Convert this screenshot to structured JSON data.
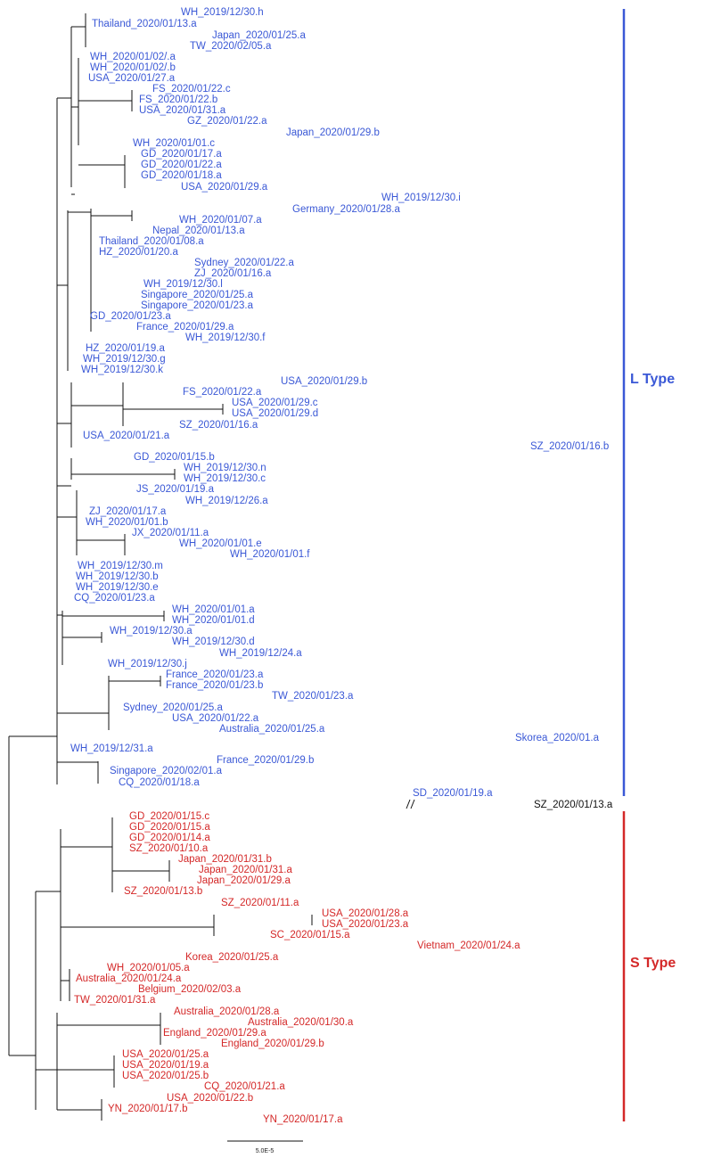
{
  "colors": {
    "l_type": "#3a58d6",
    "s_type": "#d42828",
    "branch": "#111111",
    "outlier": "#111111"
  },
  "clades": [
    {
      "id": "L",
      "label": "L Type",
      "color": "#3a58d6"
    },
    {
      "id": "S",
      "label": "S Type",
      "color": "#d42828"
    }
  ],
  "scale_bar": {
    "label": "5.0E-5"
  },
  "taxa": [
    {
      "name": "WH_2019/12/30.h",
      "clade": "L"
    },
    {
      "name": "Thailand_2020/01/13.a",
      "clade": "L"
    },
    {
      "name": "Japan_2020/01/25.a",
      "clade": "L"
    },
    {
      "name": "TW_2020/02/05.a",
      "clade": "L"
    },
    {
      "name": "WH_2020/01/02/.a",
      "clade": "L"
    },
    {
      "name": "WH_2020/01/02/.b",
      "clade": "L"
    },
    {
      "name": "USA_2020/01/27.a",
      "clade": "L"
    },
    {
      "name": "FS_2020/01/22.c",
      "clade": "L"
    },
    {
      "name": "FS_2020/01/22.b",
      "clade": "L"
    },
    {
      "name": "USA_2020/01/31.a",
      "clade": "L"
    },
    {
      "name": "GZ_2020/01/22.a",
      "clade": "L"
    },
    {
      "name": "Japan_2020/01/29.b",
      "clade": "L"
    },
    {
      "name": "WH_2020/01/01.c",
      "clade": "L"
    },
    {
      "name": "GD_2020/01/17.a",
      "clade": "L"
    },
    {
      "name": "GD_2020/01/22.a",
      "clade": "L"
    },
    {
      "name": "GD_2020/01/18.a",
      "clade": "L"
    },
    {
      "name": "USA_2020/01/29.a",
      "clade": "L"
    },
    {
      "name": "WH_2019/12/30.i",
      "clade": "L"
    },
    {
      "name": "Germany_2020/01/28.a",
      "clade": "L"
    },
    {
      "name": "WH_2020/01/07.a",
      "clade": "L"
    },
    {
      "name": "Nepal_2020/01/13.a",
      "clade": "L"
    },
    {
      "name": "Thailand_2020/01/08.a",
      "clade": "L"
    },
    {
      "name": "HZ_2020/01/20.a",
      "clade": "L"
    },
    {
      "name": "Sydney_2020/01/22.a",
      "clade": "L"
    },
    {
      "name": "ZJ_2020/01/16.a",
      "clade": "L"
    },
    {
      "name": "WH_2019/12/30.l",
      "clade": "L"
    },
    {
      "name": "Singapore_2020/01/25.a",
      "clade": "L"
    },
    {
      "name": "Singapore_2020/01/23.a",
      "clade": "L"
    },
    {
      "name": "GD_2020/01/23.a",
      "clade": "L"
    },
    {
      "name": "France_2020/01/29.a",
      "clade": "L"
    },
    {
      "name": "WH_2019/12/30.f",
      "clade": "L"
    },
    {
      "name": "HZ_2020/01/19.a",
      "clade": "L"
    },
    {
      "name": "WH_2019/12/30.g",
      "clade": "L"
    },
    {
      "name": "WH_2019/12/30.k",
      "clade": "L"
    },
    {
      "name": "USA_2020/01/29.b",
      "clade": "L"
    },
    {
      "name": "FS_2020/01/22.a",
      "clade": "L"
    },
    {
      "name": "USA_2020/01/29.c",
      "clade": "L"
    },
    {
      "name": "USA_2020/01/29.d",
      "clade": "L"
    },
    {
      "name": "SZ_2020/01/16.a",
      "clade": "L"
    },
    {
      "name": "USA_2020/01/21.a",
      "clade": "L"
    },
    {
      "name": "SZ_2020/01/16.b",
      "clade": "L"
    },
    {
      "name": "GD_2020/01/15.b",
      "clade": "L"
    },
    {
      "name": "WH_2019/12/30.n",
      "clade": "L"
    },
    {
      "name": "WH_2019/12/30.c",
      "clade": "L"
    },
    {
      "name": "JS_2020/01/19.a",
      "clade": "L"
    },
    {
      "name": "WH_2019/12/26.a",
      "clade": "L"
    },
    {
      "name": "ZJ_2020/01/17.a",
      "clade": "L"
    },
    {
      "name": "WH_2020/01/01.b",
      "clade": "L"
    },
    {
      "name": "JX_2020/01/11.a",
      "clade": "L"
    },
    {
      "name": "WH_2020/01/01.e",
      "clade": "L"
    },
    {
      "name": "WH_2020/01/01.f",
      "clade": "L"
    },
    {
      "name": "WH_2019/12/30.m",
      "clade": "L"
    },
    {
      "name": "WH_2019/12/30.b",
      "clade": "L"
    },
    {
      "name": "WH_2019/12/30.e",
      "clade": "L"
    },
    {
      "name": "CQ_2020/01/23.a",
      "clade": "L"
    },
    {
      "name": "WH_2020/01/01.a",
      "clade": "L"
    },
    {
      "name": "WH_2020/01/01.d",
      "clade": "L"
    },
    {
      "name": "WH_2019/12/30.a",
      "clade": "L"
    },
    {
      "name": "WH_2019/12/30.d",
      "clade": "L"
    },
    {
      "name": "WH_2019/12/24.a",
      "clade": "L"
    },
    {
      "name": "WH_2019/12/30.j",
      "clade": "L"
    },
    {
      "name": "France_2020/01/23.a",
      "clade": "L"
    },
    {
      "name": "France_2020/01/23.b",
      "clade": "L"
    },
    {
      "name": "TW_2020/01/23.a",
      "clade": "L"
    },
    {
      "name": "Sydney_2020/01/25.a",
      "clade": "L"
    },
    {
      "name": "USA_2020/01/22.a",
      "clade": "L"
    },
    {
      "name": "Australia_2020/01/25.a",
      "clade": "L"
    },
    {
      "name": "WH_2019/12/31.a",
      "clade": "L"
    },
    {
      "name": "Skorea_2020/01.a",
      "clade": "L"
    },
    {
      "name": "France_2020/01/29.b",
      "clade": "L"
    },
    {
      "name": "Singapore_2020/02/01.a",
      "clade": "L"
    },
    {
      "name": "CQ_2020/01/18.a",
      "clade": "L"
    },
    {
      "name": "SD_2020/01/19.a",
      "clade": "L"
    },
    {
      "name": "SZ_2020/01/13.a",
      "clade": "outlier"
    },
    {
      "name": "GD_2020/01/15.c",
      "clade": "S"
    },
    {
      "name": "GD_2020/01/15.a",
      "clade": "S"
    },
    {
      "name": "GD_2020/01/14.a",
      "clade": "S"
    },
    {
      "name": "SZ_2020/01/10.a",
      "clade": "S"
    },
    {
      "name": "Japan_2020/01/31.b",
      "clade": "S"
    },
    {
      "name": "Japan_2020/01/31.a",
      "clade": "S"
    },
    {
      "name": "Japan_2020/01/29.a",
      "clade": "S"
    },
    {
      "name": "SZ_2020/01/13.b",
      "clade": "S"
    },
    {
      "name": "SZ_2020/01/11.a",
      "clade": "S"
    },
    {
      "name": "USA_2020/01/28.a",
      "clade": "S"
    },
    {
      "name": "USA_2020/01/23.a",
      "clade": "S"
    },
    {
      "name": "SC_2020/01/15.a",
      "clade": "S"
    },
    {
      "name": "Vietnam_2020/01/24.a",
      "clade": "S"
    },
    {
      "name": "Korea_2020/01/25.a",
      "clade": "S"
    },
    {
      "name": "WH_2020/01/05.a",
      "clade": "S"
    },
    {
      "name": "Australia_2020/01/24.a",
      "clade": "S"
    },
    {
      "name": "Belgium_2020/02/03.a",
      "clade": "S"
    },
    {
      "name": "TW_2020/01/31.a",
      "clade": "S"
    },
    {
      "name": "Australia_2020/01/28.a",
      "clade": "S"
    },
    {
      "name": "Australia_2020/01/30.a",
      "clade": "S"
    },
    {
      "name": "England_2020/01/29.a",
      "clade": "S"
    },
    {
      "name": "England_2020/01/29.b",
      "clade": "S"
    },
    {
      "name": "USA_2020/01/25.a",
      "clade": "S"
    },
    {
      "name": "USA_2020/01/19.a",
      "clade": "S"
    },
    {
      "name": "USA_2020/01/25.b",
      "clade": "S"
    },
    {
      "name": "CQ_2020/01/21.a",
      "clade": "S"
    },
    {
      "name": "USA_2020/01/22.b",
      "clade": "S"
    },
    {
      "name": "YN_2020/01/17.b",
      "clade": "S"
    },
    {
      "name": "YN_2020/01/17.a",
      "clade": "S"
    }
  ]
}
